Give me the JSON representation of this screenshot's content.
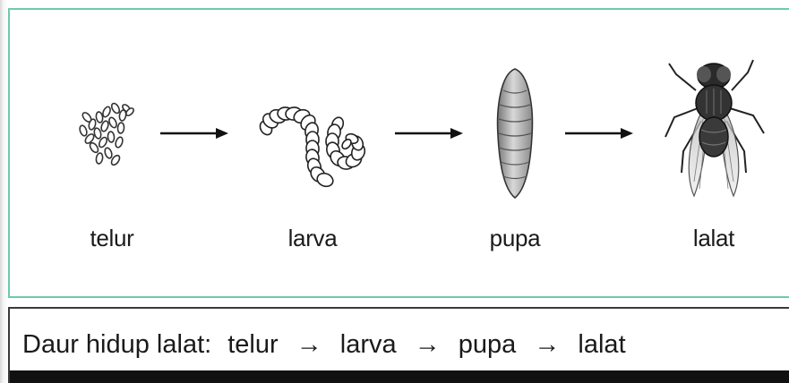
{
  "stages": [
    {
      "label": "telur",
      "icon": "egg-cluster-icon"
    },
    {
      "label": "larva",
      "icon": "larva-icon"
    },
    {
      "label": "pupa",
      "icon": "pupa-icon"
    },
    {
      "label": "lalat",
      "icon": "fly-icon"
    }
  ],
  "caption": {
    "prefix": "Daur hidup lalat:",
    "steps": [
      "telur",
      "larva",
      "pupa",
      "lalat"
    ],
    "separator": "→"
  },
  "colors": {
    "frame_border": "#6fcaa8",
    "caption_border": "#3a3a3a",
    "text": "#1a1a1a"
  }
}
